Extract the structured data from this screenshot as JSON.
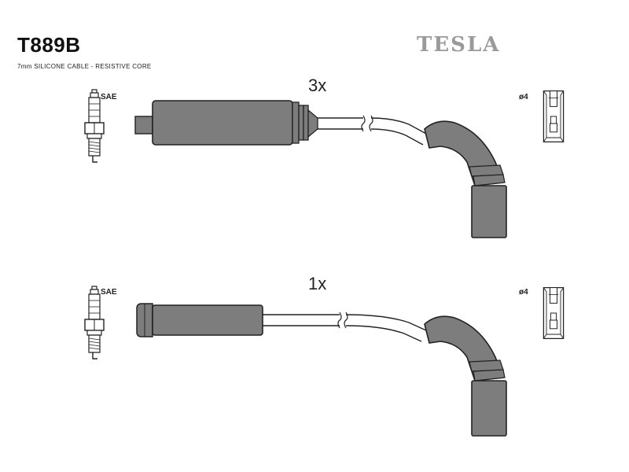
{
  "header": {
    "part_number": "T889B",
    "subtitle": "7mm SILICONE CABLE - RESISTIVE CORE",
    "brand": "TESLA"
  },
  "wire_sets": [
    {
      "quantity": "3x",
      "plug_label": "SAE",
      "terminal_label": "ø4",
      "plug_end": "long-boot",
      "coil_end": "angled-boot"
    },
    {
      "quantity": "1x",
      "plug_label": "SAE",
      "terminal_label": "ø4",
      "plug_end": "straight-boot",
      "coil_end": "angled-boot"
    }
  ],
  "colors": {
    "boot_fill": "#7d7d7d",
    "outline": "#222222",
    "brand": "#9a9a9a"
  }
}
